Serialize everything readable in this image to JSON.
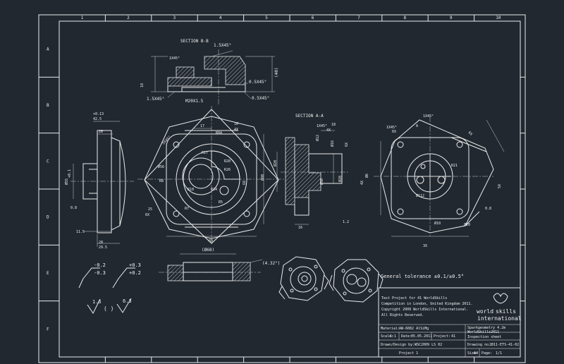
{
  "border": {
    "columns": [
      "1",
      "2",
      "3",
      "4",
      "5",
      "6",
      "7",
      "8",
      "9",
      "10"
    ],
    "rows": [
      "A",
      "B",
      "C",
      "D",
      "E",
      "F"
    ]
  },
  "section_bb": {
    "title": "SECTION B-B",
    "chamfer_top": "1.5X45°",
    "chamfer_left_top": "1X45°",
    "chamfer_bottom_left": "1.5X45°",
    "thread": "M20X1.5",
    "chamfer_right_1": "0.5X45°",
    "chamfer_right_2": "0.5X45°",
    "dim_height": "(40)",
    "dim_left": "18"
  },
  "section_aa": {
    "title": "SECTION A-A",
    "dims": [
      "1X45°",
      "Ø12",
      "4X",
      "18",
      "Ø16",
      "6X",
      "Ø28",
      "Ø56",
      "Ø20",
      "1.2"
    ],
    "bottom_dim": "16"
  },
  "front_view": {
    "dims": [
      "5X45°",
      "17",
      "R84",
      "16",
      "4X",
      "R17",
      "R20",
      "R26",
      "Ø56",
      "R8",
      "R34",
      "R5",
      "R7",
      "68",
      "Ø80",
      "6X",
      "60",
      "25",
      "R10"
    ]
  },
  "left_view": {
    "dims": [
      "+0.13",
      "42.5",
      "26",
      "+0.1",
      "Ø55",
      "0.8",
      "11.5",
      "28",
      "29.5"
    ]
  },
  "right_view": {
    "dims": [
      "1X45°",
      "6X",
      "A",
      "1X45°",
      "4X",
      "Ø6",
      "R21",
      "Ø112",
      "0.8",
      "3X",
      "6X",
      "5X",
      "Ø10",
      "Ø20"
    ]
  },
  "lower_section": {
    "dim_width": "(Ø68)",
    "chamfer": "(4.32°)"
  },
  "symbols": {
    "upper_a": "-0.2",
    "lower_a": "-0.3",
    "upper_b": "+0.3",
    "lower_b": "+0.2",
    "rough_1": "1.6",
    "rough_2": "6.3",
    "paren": "( )"
  },
  "tolerance_note": "General tolerance ±0.1/±0.5°",
  "title_block": {
    "notes": [
      "Test Project for 41  WorldSkills",
      "Competition in London, United Kingdom 2011.",
      "Copyright    2009 WorldSkills International.",
      "All Rights Reserved."
    ],
    "material_label": "Material:",
    "material_value": "AW-6082 AlSiMg",
    "scale_label": "Scale:",
    "scale_value": "1:1",
    "date_label": "Date:",
    "date_value": "05.05.2011",
    "project_label": "Project:",
    "project_value": "41",
    "right_meta": [
      "Sparkgeometry 4.2m",
      "WorldSkills2011",
      "Inspection sheet"
    ],
    "drawn_label": "Drawn/Design by:",
    "drawn_value": "WSC2009 LS 02",
    "name_label": "Project 1",
    "drawing_no_label": "Drawing no.:",
    "drawing_no_value": "2011-ETS-41-02",
    "size_label": "Size:",
    "size_value": "A4",
    "page_label": "Page:",
    "page_value": "1/1",
    "logo_line1": "world",
    "logo_line2": "skills",
    "logo_line3": "international"
  }
}
